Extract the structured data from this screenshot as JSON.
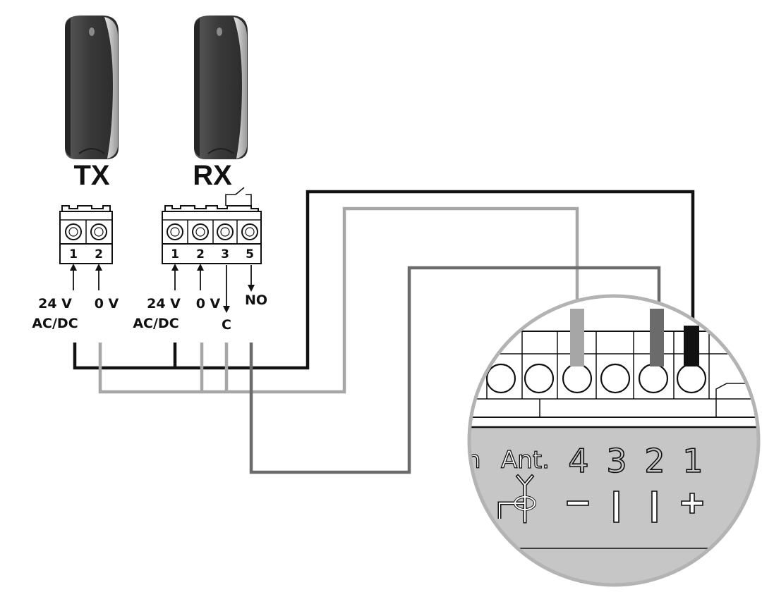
{
  "tx": {
    "title": "TX",
    "pins": [
      "1",
      "2"
    ],
    "supply_label": "24 V",
    "supply_sub": "AC/DC",
    "zero_label": "0 V"
  },
  "rx": {
    "title": "RX",
    "pins": [
      "1",
      "2",
      "3",
      "5"
    ],
    "supply_label": "24 V",
    "supply_sub": "AC/DC",
    "zero_label": "0 V",
    "common_label": "C",
    "no_label": "NO"
  },
  "board": {
    "partial_label": "h",
    "antenna_label": "Ant.",
    "terminal_numbers": [
      "4",
      "3",
      "2",
      "1"
    ],
    "polarity_symbols": [
      "−",
      "|",
      "|",
      "+"
    ]
  },
  "colors": {
    "wire_black": "#111111",
    "wire_light_gray": "#a6a6a6",
    "wire_dark_gray": "#6b6b6b",
    "board_gray": "#c6c6c6",
    "sensor_body": "#444444"
  }
}
